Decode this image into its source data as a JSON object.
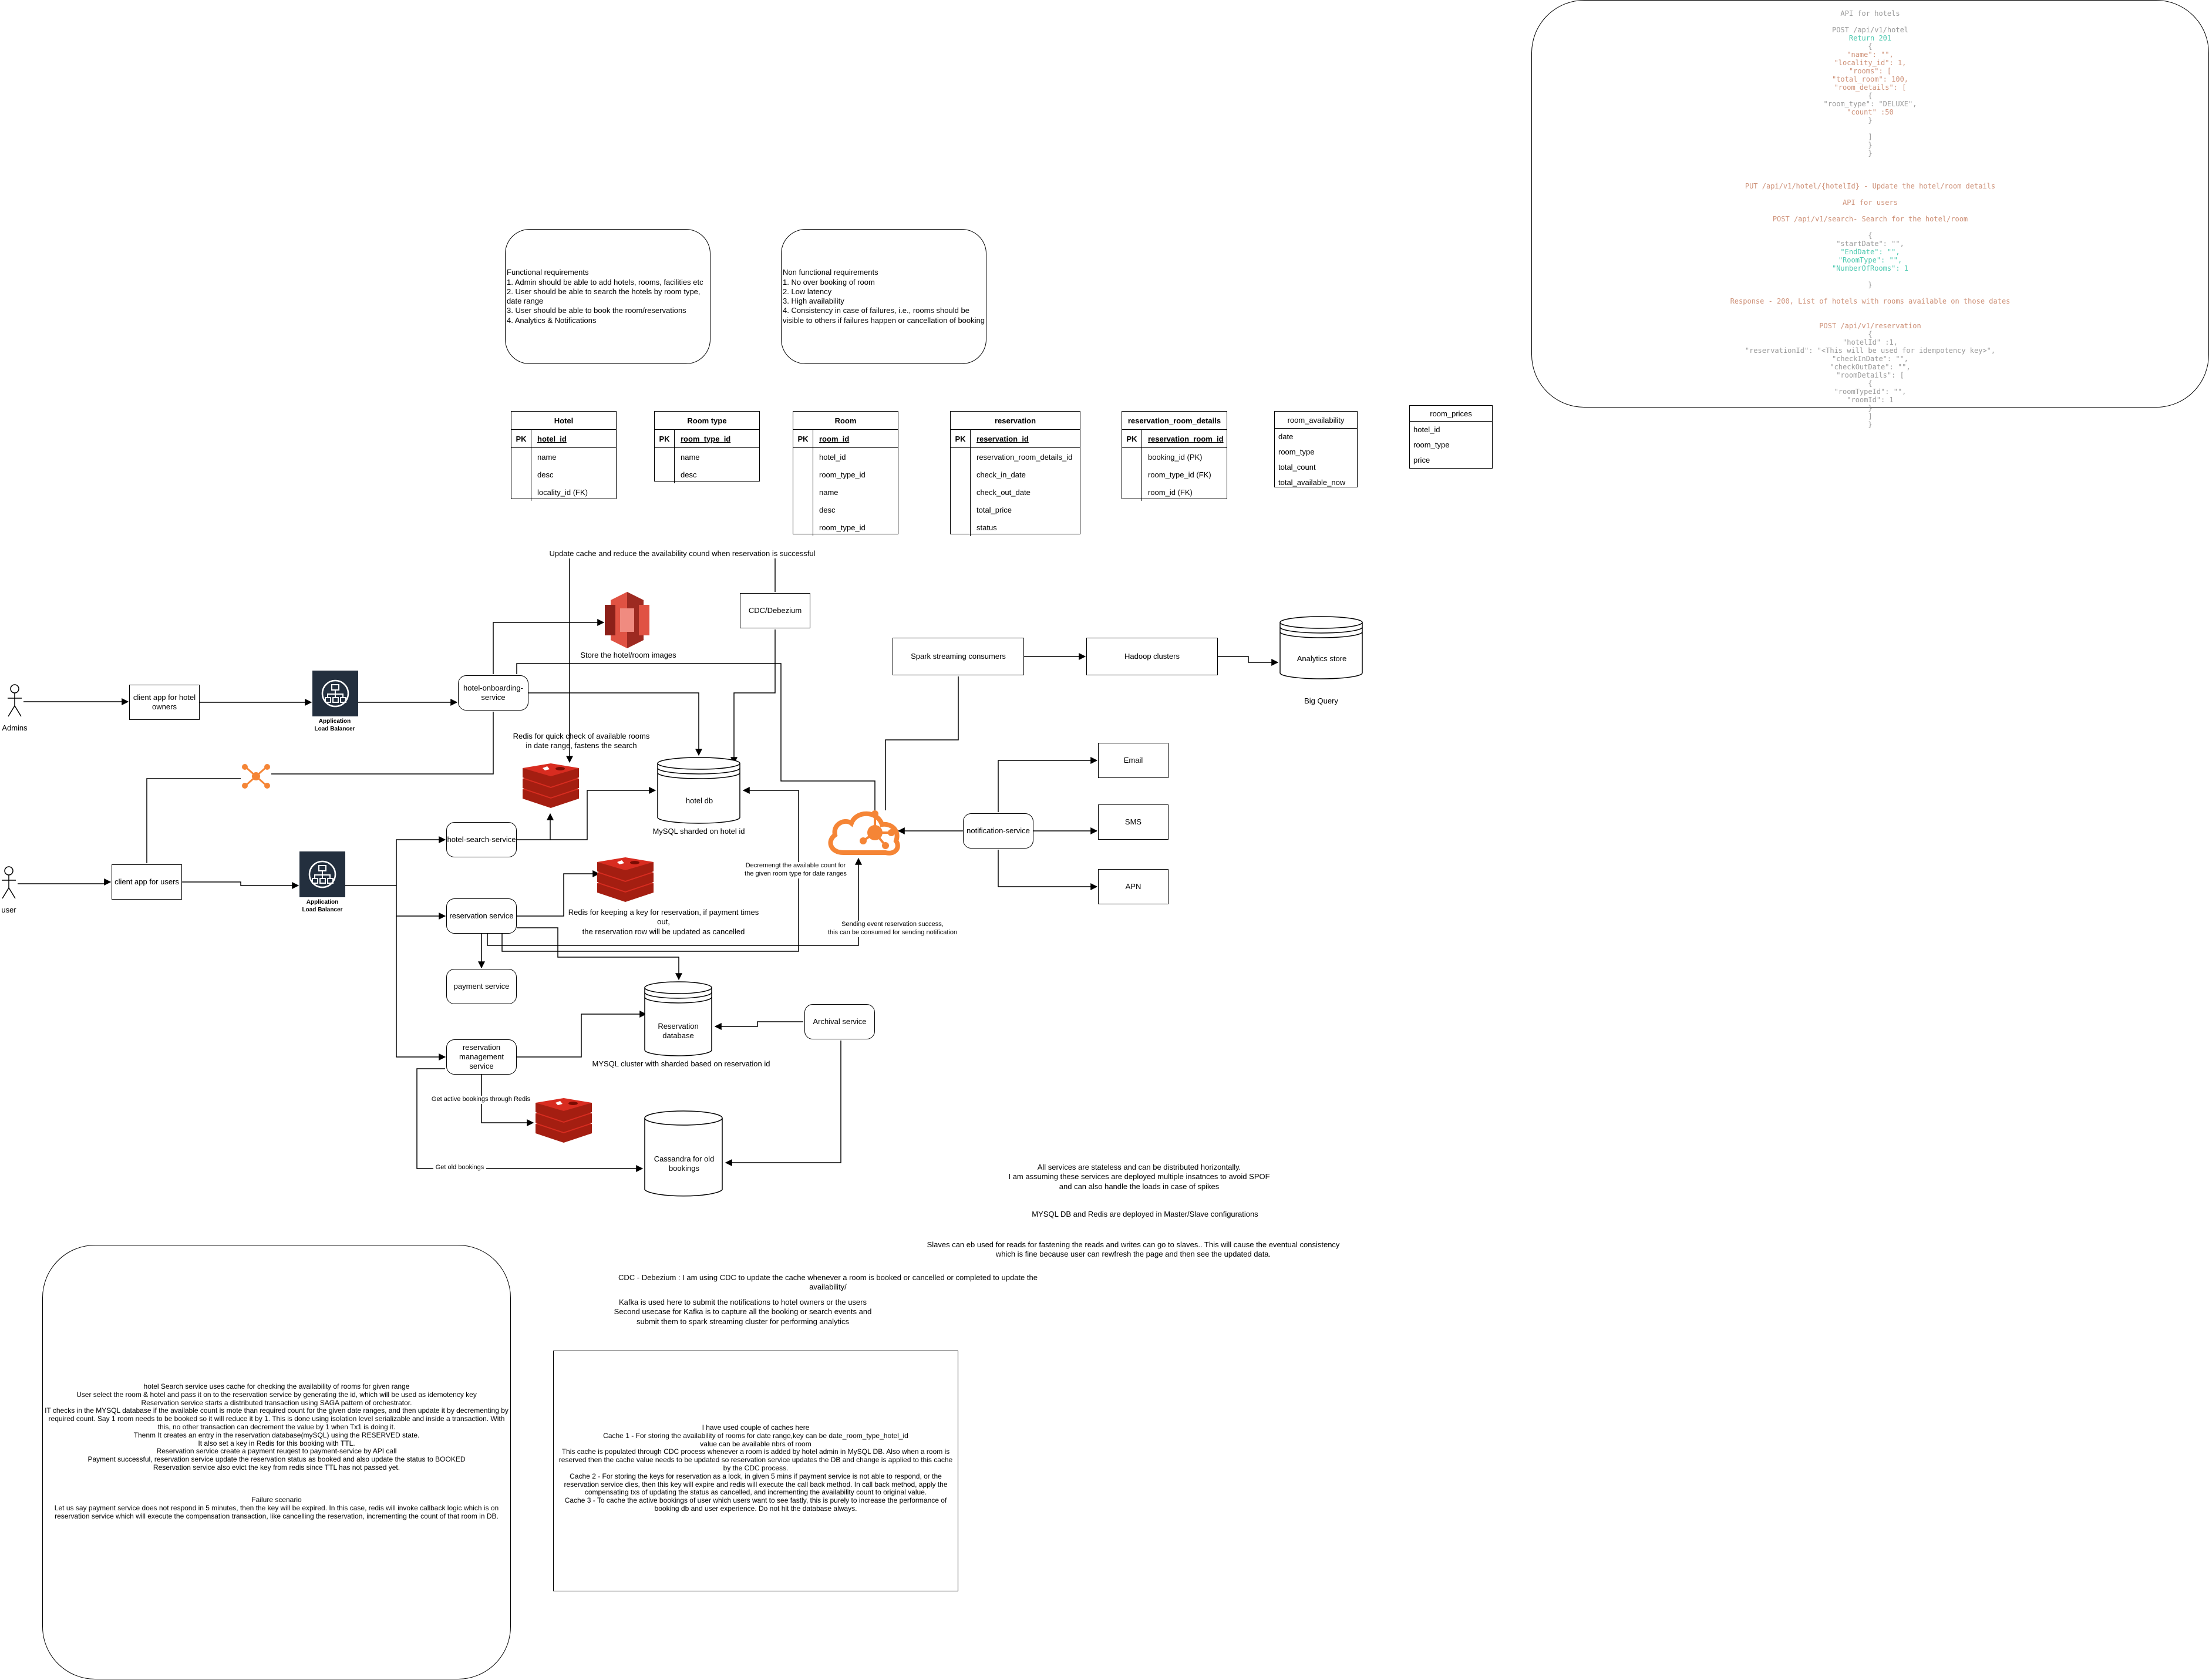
{
  "colors": {
    "stroke": "#000000",
    "alb_bg": "#232f3e",
    "s3_red": "#e05243",
    "redis_red": "#d82c20",
    "kafka_orange": "#f58536",
    "orchestrator_orange": "#f58536",
    "api_gray": "#9a9a9a",
    "api_orange": "#ce9178",
    "api_teal": "#4ec9b0",
    "api_blue": "#569cd6"
  },
  "requirements": {
    "functional": "Functional requirements\n1. Admin should be able to add hotels, rooms, facilities etc\n2. User should be able to search the hotels by room type, date range\n3. User should be able to book the room/reservations\n4. Analytics & Notifications",
    "non_functional": "Non functional requirements\n1. No over booking of room\n2. Low latency\n3. High availability\n4. Consistency in case of failures, i.e., rooms should be visible to others if failures happen or cancellation of booking"
  },
  "tables": {
    "hotel": {
      "title": "Hotel",
      "pk_label": "PK",
      "pk": "hotel_id",
      "fields": [
        "name",
        "desc",
        "locality_id (FK)"
      ]
    },
    "room_type": {
      "title": "Room type",
      "pk_label": "PK",
      "pk": "room_type_id",
      "fields": [
        "name",
        "desc"
      ]
    },
    "room": {
      "title": "Room",
      "pk_label": "PK",
      "pk": "room_id",
      "fields": [
        "hotel_id",
        "room_type_id",
        "name",
        "desc",
        "room_type_id"
      ]
    },
    "reservation": {
      "title": "reservation",
      "pk_label": "PK",
      "pk": "reservation_id",
      "fields": [
        "reservation_room_details_id",
        "check_in_date",
        "check_out_date",
        "total_price",
        "status"
      ]
    },
    "reservation_room_details": {
      "title": "reservation_room_details",
      "pk_label": "PK",
      "pk": "reservation_room_id",
      "fields": [
        "booking_id (PK)",
        "room_type_id (FK)",
        "room_id (FK)"
      ]
    },
    "room_availability": {
      "title": "room_availability",
      "fields": [
        "date",
        "room_type",
        "total_count",
        "total_available_now"
      ]
    },
    "room_prices": {
      "title": "room_prices",
      "fields": [
        "hotel_id",
        "room_type",
        "price"
      ]
    }
  },
  "api": {
    "lines": [
      {
        "t": "API for hotels",
        "c": "gray"
      },
      {
        "t": "",
        "c": "gray"
      },
      {
        "t": "POST /api/v1/hotel",
        "c": "gray"
      },
      {
        "t": "Return 201",
        "c": "teal"
      },
      {
        "t": "{",
        "c": "gray"
      },
      {
        "t": "\"name\": \"\",",
        "c": "orange"
      },
      {
        "t": "\"locality_id\": 1,",
        "c": "orange"
      },
      {
        "t": "\"rooms\": [",
        "c": "orange"
      },
      {
        "t": "\"total_room\": 100,",
        "c": "orange"
      },
      {
        "t": "\"room_details\": [",
        "c": "orange"
      },
      {
        "t": "{",
        "c": "gray"
      },
      {
        "t": "\"room_type\": \"DELUXE\",",
        "c": "gray"
      },
      {
        "t": "\"count\" :50",
        "c": "orange"
      },
      {
        "t": "}",
        "c": "gray"
      },
      {
        "t": "",
        "c": "gray"
      },
      {
        "t": "]",
        "c": "gray"
      },
      {
        "t": "}",
        "c": "gray"
      },
      {
        "t": "}",
        "c": "gray"
      },
      {
        "t": "",
        "c": "gray"
      },
      {
        "t": "",
        "c": "gray"
      },
      {
        "t": "",
        "c": "gray"
      },
      {
        "t": "PUT /api/v1/hotel/{hotelId} - Update the hotel/room details",
        "c": "orange"
      },
      {
        "t": "",
        "c": "gray"
      },
      {
        "t": "API for users",
        "c": "orange"
      },
      {
        "t": "",
        "c": "gray"
      },
      {
        "t": "POST /api/v1/search- Search for the hotel/room",
        "c": "orange"
      },
      {
        "t": "",
        "c": "gray"
      },
      {
        "t": "{",
        "c": "gray"
      },
      {
        "t": "\"startDate\": \"\",",
        "c": "gray"
      },
      {
        "t": "\"EndDate\": \"\",",
        "c": "teal"
      },
      {
        "t": "\"RoomType\": \"\",",
        "c": "teal"
      },
      {
        "t": "\"NumberOfRooms\": 1",
        "c": "teal"
      },
      {
        "t": "",
        "c": "gray"
      },
      {
        "t": "}",
        "c": "gray"
      },
      {
        "t": "",
        "c": "gray"
      },
      {
        "t": "Response - 200, List of hotels with rooms available on those dates",
        "c": "orange"
      },
      {
        "t": "",
        "c": "gray"
      },
      {
        "t": "",
        "c": "gray"
      },
      {
        "t": "POST /api/v1/reservation",
        "c": "orange"
      },
      {
        "t": "{",
        "c": "gray"
      },
      {
        "t": "\"hotelId\" :1,",
        "c": "gray"
      },
      {
        "t": "\"reservationId\": \"<This will be used for idempotency key>\",",
        "c": "gray"
      },
      {
        "t": "\"checkInDate\": \"\",",
        "c": "gray"
      },
      {
        "t": "\"checkOutDate\": \"\",",
        "c": "gray"
      },
      {
        "t": "\"roomDetails\": [",
        "c": "gray"
      },
      {
        "t": "{",
        "c": "gray"
      },
      {
        "t": "\"roomTypeId\": \"\",",
        "c": "gray"
      },
      {
        "t": "\"roomId\": 1",
        "c": "gray"
      },
      {
        "t": "}",
        "c": "gray"
      },
      {
        "t": "]",
        "c": "gray"
      },
      {
        "t": "}",
        "c": "gray"
      }
    ]
  },
  "nodes": {
    "admins": "Admins",
    "user": "user",
    "client_admin": "client app for hotel\nowners",
    "client_user": "client app for users",
    "alb_label": "Application\nLoad Balancer",
    "hotel_onboarding": "hotel-onboarding-\nservice",
    "hotel_search": "hotel-search-service",
    "reservation_service": "reservation service",
    "payment_service": "payment service",
    "reservation_mgmt": "reservation\nmanagement service",
    "hotel_db": "hotel db",
    "hotel_db_caption": "MySQL sharded on hotel id",
    "reservation_db": "Reservation\ndatabase",
    "reservation_db_caption": "MYSQL cluster with sharded based on reservation id",
    "cassandra": "Cassandra for old\nbookings",
    "archival": "Archival service",
    "cdc": "CDC/Debezium",
    "spark": "Spark streaming consumers",
    "hadoop": "Hadoop clusters",
    "analytics": "Analytics store",
    "big_query": "Big Query",
    "notification": "notification-service",
    "email": "Email",
    "sms": "SMS",
    "apn": "APN",
    "s3_caption": "Store the hotel/room images",
    "redis1_caption": "Redis for quick check of available rooms\nin date range, fastens the search",
    "redis2_caption": "Redis for keeping a key for reservation, if payment times out,\nthe reservation row will be updated as cancelled"
  },
  "edge_labels": {
    "update_cache": "Update cache and reduce the availability cound when reservation is successful",
    "decrement": "Decremengt the available count for\nthe given room type for date ranges",
    "sending_event": "Sending event reservation success,\nthis can be consumed for sending notification",
    "active_bookings": "Get active bookings through Redis",
    "old_bookings": "Get old bookings"
  },
  "notes": {
    "stateless": "All services are stateless and can be distributed horizontally.\nI am assuming these services are deployed multiple insatnces to avoid SPOF\nand can also handle the loads in case of spikes",
    "master_slave": "MYSQL DB and Redis are deployed in Master/Slave configurations",
    "slaves": "Slaves can eb used for reads for fastening the reads and writes can go to slaves.. This will cause the eventual consistency\nwhich is fine because user can rewfresh the page and then see the updated data.",
    "cdc": "CDC - Debezium : I am using CDC to update the cache whenever a room is booked or cancelled or completed to update the availability/",
    "kafka": "Kafka is used here to submit the notifications to hotel owners or the users\nSecond usecase for Kafka is to capture all the booking or search events and\nsubmit them to spark streaming cluster for performing analytics",
    "flow": "hotel Search service uses cache for checking the availability of rooms for given range\nUser select the room & hotel and pass it on to the reservation service by generating the id, which will be used as idemotency key\nReservation service starts a distributed transaction using SAGA pattern of orchestrator.\nIT checks in the MYSQL database if the available count is mote than required count for the given date ranges, and then update it by decrementing by required count. Say 1 room needs to be booked so it will reduce it by 1. This is done using isolation level serializable and inside a transaction. With this, no other transaction can decrement the value by 1 when Tx1 is doing it.\nThenm It creates an entry in the reservation database(mySQL) using the RESERVED state.\nIt also set a key in Redis for this booking with TTL.\nReservation service create a payment reuqest to payment-service by API call\nPayment successful, reservation service update the reservation status as booked and also update the status to BOOKED\nReservation service also evict the key from redis since TTL has not passed yet.\n\n\n\nFailure scenario\nLet us say payment service does not respond in 5 minutes, then the key will be expired. In this case, redis will invoke callback logic which is on reservation service which will execute the compensation transaction, like cancelling the reservation, incrementing the count of that room in DB.",
    "caches": "I have used couple of caches here\nCache 1 - For storing the availability of rooms for date range,key can be date_room_type_hotel_id\nvalue can be available nbrs of room\nThis cache is populated through CDC process whenever a room is added by hotel admin in MySQL DB. Also when a room is reserved then the cache value needs to be updated so reservation service updates the DB and change is applied to this cache by the CDC process.\nCache 2 - For storing the keys for reservation as a lock, in given 5 mins if payment service is not able to respond, or the reservation service dies, then this key will expire and redis will execute the call back method. In call back method, apply the compensating txs of updating the status as cancelled, and incrementing the availability count to original value.\nCache 3 - To cache the active bookings of user which users want to see fastly, this is purely to increase the performance of booking db and user experience. Do not hit the database always."
  }
}
